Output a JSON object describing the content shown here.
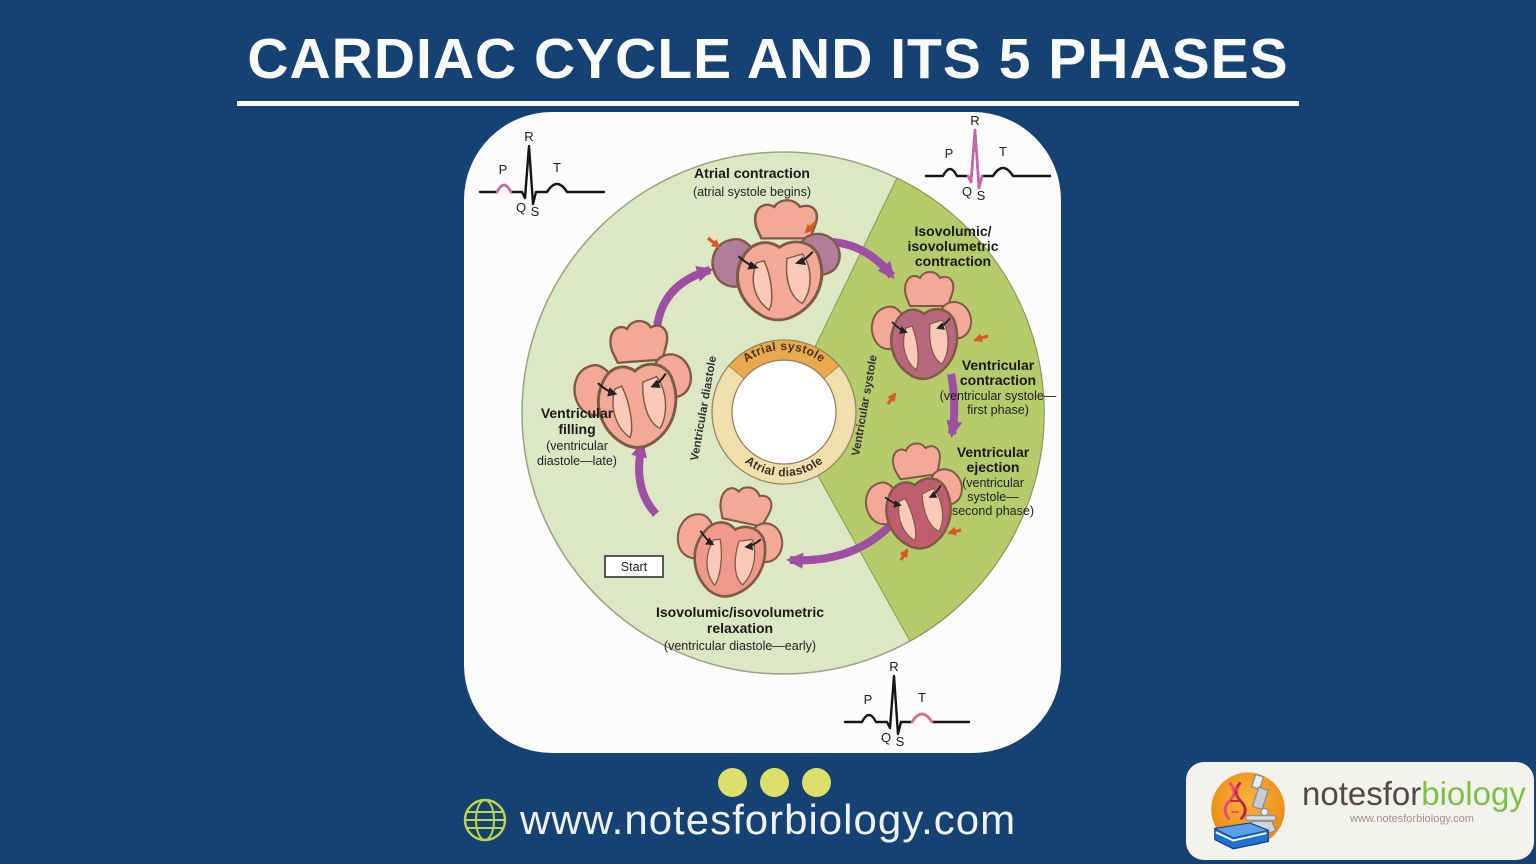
{
  "title": "CARDIAC CYCLE AND ITS 5 PHASES",
  "diagram": {
    "start_label": "Start",
    "ring": {
      "top": "Atrial systole",
      "bottom": "Atrial diastole",
      "left": "Ventricular diastole",
      "right": "Ventricular systole"
    },
    "phases": [
      {
        "name_lines": [
          "Atrial contraction"
        ],
        "sub_lines": [
          "(atrial systole begins)"
        ]
      },
      {
        "name_lines": [
          "Isovolumic/",
          "isovolumetric",
          "contraction"
        ],
        "sub_lines": []
      },
      {
        "name_lines": [
          "Ventricular",
          "contraction"
        ],
        "sub_lines": [
          "(ventricular systole—",
          "first phase)"
        ]
      },
      {
        "name_lines": [
          "Ventricular",
          "ejection"
        ],
        "sub_lines": [
          "(ventricular",
          "systole—",
          "second phase)"
        ]
      },
      {
        "name_lines": [
          "Isovolumic/isovolumetric",
          "relaxation"
        ],
        "sub_lines": [
          "(ventricular diastole—early)"
        ]
      },
      {
        "name_lines": [
          "Ventricular",
          "filling"
        ],
        "sub_lines": [
          "(ventricular",
          "diastole—late)"
        ]
      }
    ],
    "ecg_labels": {
      "p": "P",
      "q": "Q",
      "r": "R",
      "s": "S",
      "t": "T"
    }
  },
  "footer": {
    "website": "www.notesforbiology.com"
  },
  "logo": {
    "name_part1": "notesfor",
    "name_part2": "biology",
    "url": "www.notesforbiology.com"
  },
  "colors": {
    "background": "#164273",
    "diastole_region": "#dde7c3",
    "systole_region": "#b7ca6c",
    "cycle_arrow": "#9c4fa3",
    "ring_tan": "#f2dfae",
    "ring_orange": "#e9a94e",
    "heart_salmon": "#f4a897",
    "heart_mauve": "#b07e9a",
    "heart_dark_vent": "#b8687e",
    "ecg_highlight_pink": "#c667ae",
    "ecg_highlight_rose": "#d6717f",
    "dot_yellow": "#dcdf69",
    "logo_green": "#7cc242"
  }
}
